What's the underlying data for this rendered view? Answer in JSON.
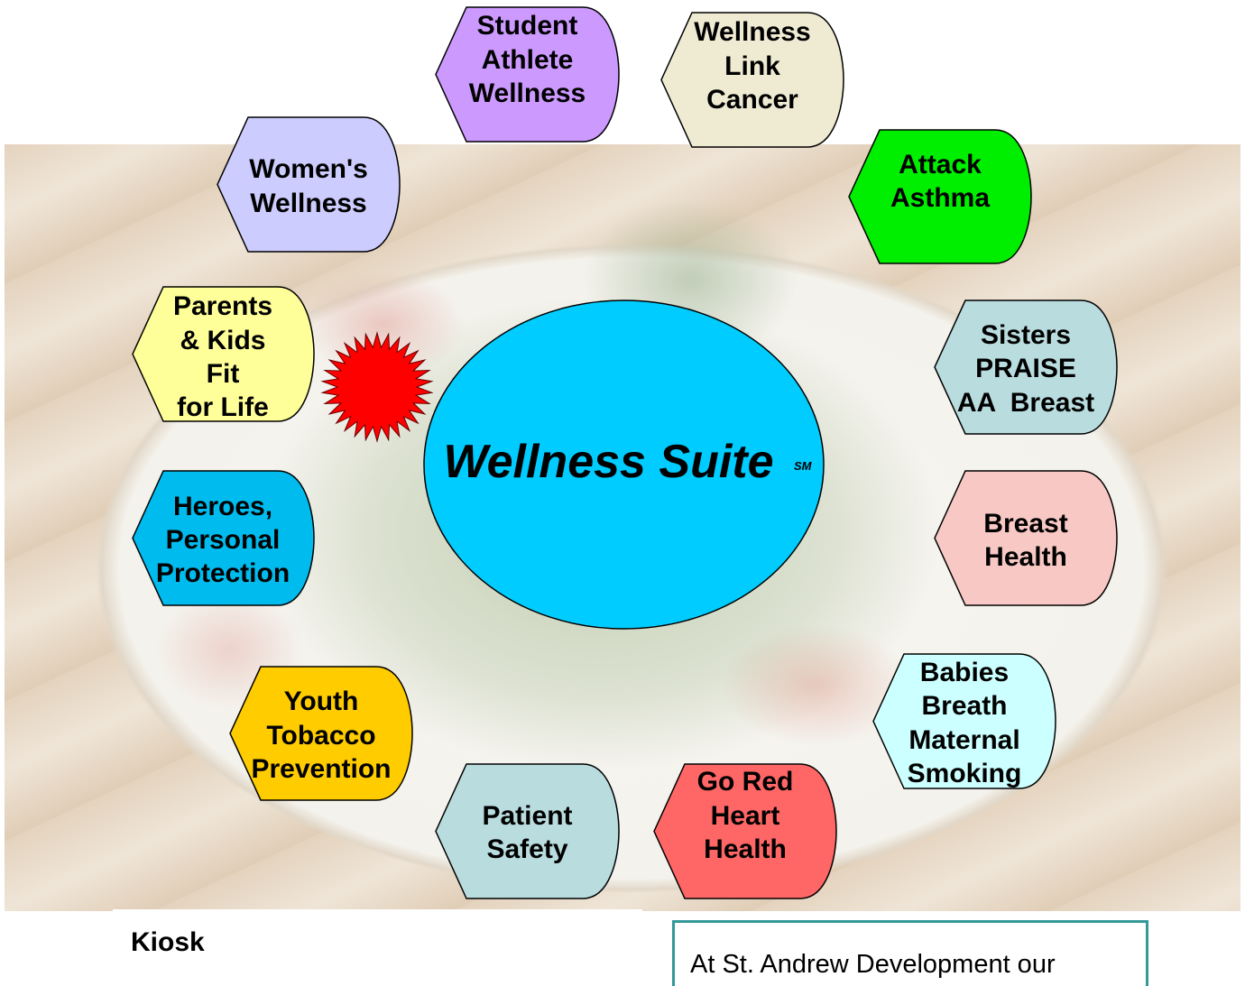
{
  "diagram": {
    "title": "Wellness Suite",
    "service_mark": "SM",
    "center_color": "#00CCFF",
    "burst_color": "#FF0000",
    "nodes": [
      {
        "lines": [
          "Student",
          "Athlete",
          "Wellness"
        ],
        "color": "#CC99FF"
      },
      {
        "lines": [
          "Wellness",
          "Link",
          "Cancer"
        ],
        "color": "#EFEBD3"
      },
      {
        "lines": [
          "Women's",
          "Wellness"
        ],
        "color": "#CCCCFF"
      },
      {
        "lines": [
          "Attack",
          "Asthma"
        ],
        "color": "#00EE00"
      },
      {
        "lines": [
          "Parents",
          "& Kids",
          "Fit",
          "for Life"
        ],
        "color": "#FFFF99"
      },
      {
        "lines": [
          "Sisters",
          "PRAISE",
          "AA  Breast"
        ],
        "color": "#B9DCDF"
      },
      {
        "lines": [
          "Heroes,",
          "Personal",
          "Protection"
        ],
        "color": "#00BBEE"
      },
      {
        "lines": [
          "Breast",
          "Health"
        ],
        "color": "#F8C8C4"
      },
      {
        "lines": [
          "Youth",
          "Tobacco",
          "Prevention"
        ],
        "color": "#FFCC00"
      },
      {
        "lines": [
          "Babies",
          "Breath",
          "Maternal",
          "Smoking"
        ],
        "color": "#CCFFFF"
      },
      {
        "lines": [
          "Patient",
          "Safety"
        ],
        "color": "#B9DCDF"
      },
      {
        "lines": [
          "Go Red",
          "Heart",
          "Health"
        ],
        "color": "#FF6666"
      }
    ]
  },
  "kiosk": {
    "label": "Kiosk"
  },
  "info": {
    "text": "At St. Andrew Development our",
    "border_color": "#339999"
  }
}
